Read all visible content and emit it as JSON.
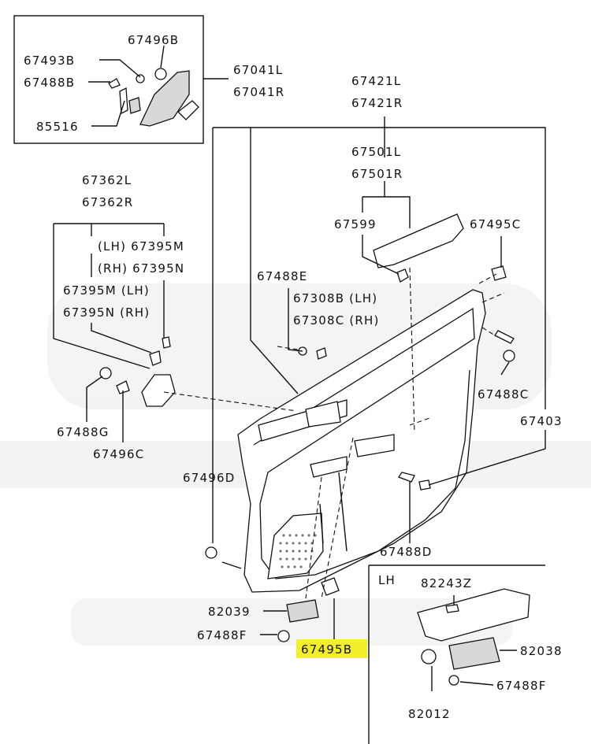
{
  "labels": {
    "p67496B": "67496B",
    "p67493B": "67493B",
    "p67488B": "67488B",
    "p85516": "85516",
    "p67041L": "67041L",
    "p67041R": "67041R",
    "p67421L": "67421L",
    "p67421R": "67421R",
    "p67501L": "67501L",
    "p67501R": "67501R",
    "p67599": "67599",
    "p67495C": "67495C",
    "p67362L": "67362L",
    "p67362R": "67362R",
    "p67395M_lh": "(LH) 67395M",
    "p67395N_rh": "(RH) 67395N",
    "p67395M_lh2": "67395M (LH)",
    "p67395N_rh2": "67395N (RH)",
    "p67488E": "67488E",
    "p67308B": "67308B (LH)",
    "p67308C": "67308C (RH)",
    "p67488C": "67488C",
    "p67403": "67403",
    "p67488G": "67488G",
    "p67496C": "67496C",
    "p67496D": "67496D",
    "p67488D": "67488D",
    "p82039": "82039",
    "p67488F": "67488F",
    "p67495B": "67495B",
    "lh": "LH",
    "p82243Z": "82243Z",
    "p82038": "82038",
    "p67488F_2": "67488F",
    "p82012": "82012"
  },
  "highlight_color": "#f3ef2c"
}
